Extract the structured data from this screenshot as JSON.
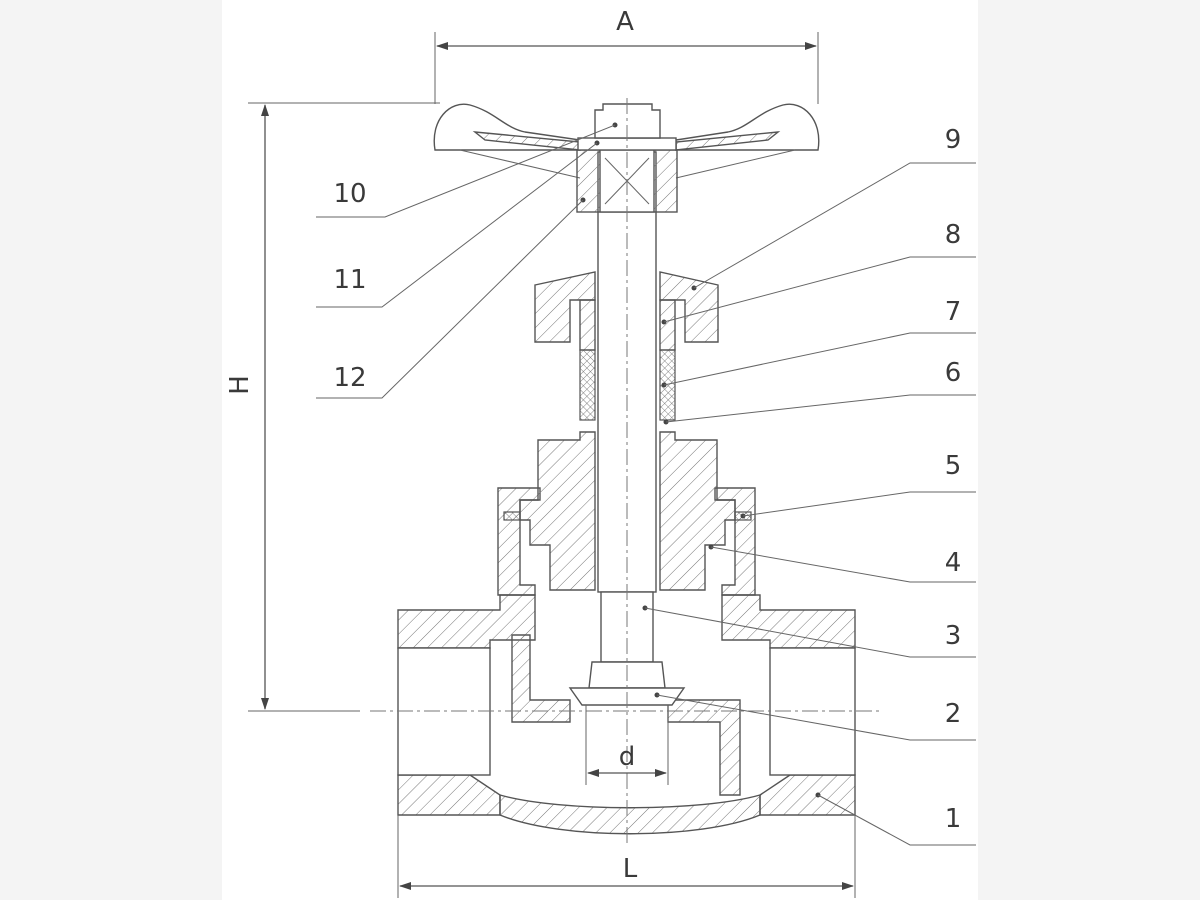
{
  "diagram": {
    "dimension_labels": {
      "width": "A",
      "height": "H",
      "length": "L",
      "bore": "d"
    },
    "part_labels": [
      "1",
      "2",
      "3",
      "4",
      "5",
      "6",
      "7",
      "8",
      "9",
      "10",
      "11",
      "12"
    ],
    "colors": {
      "line": "#555555",
      "text": "#3a3a3a",
      "background": "#ffffff",
      "page_bg": "#f4f4f4"
    }
  }
}
